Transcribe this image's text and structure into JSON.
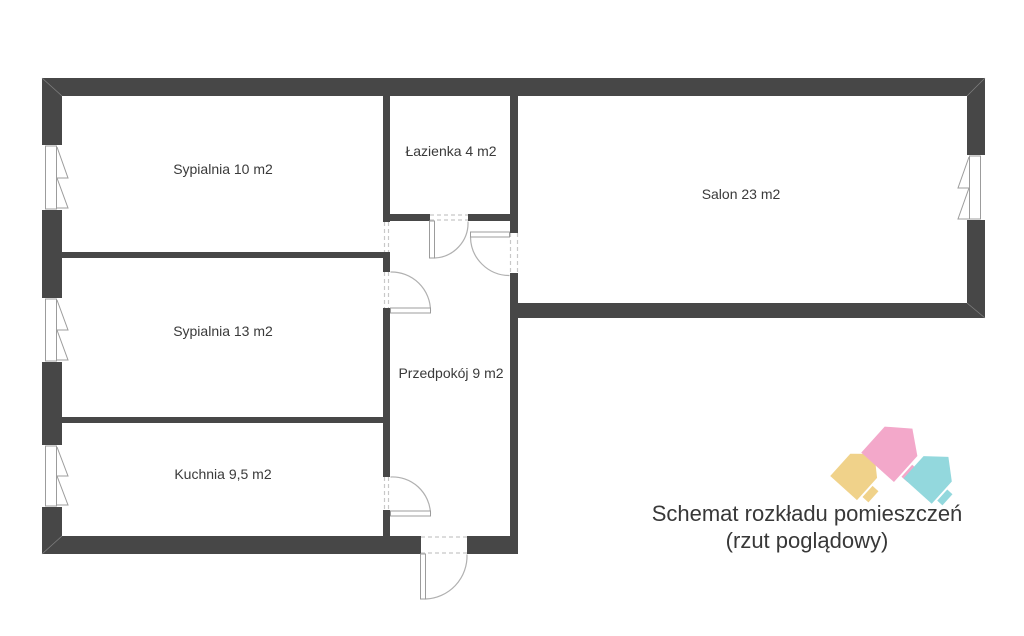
{
  "diagram_type": "apartment-floor-plan",
  "title": {
    "line1": "Schemat rozkładu pomieszczeń",
    "line2": "(rzut poglądowy)"
  },
  "rooms": [
    {
      "key": "sypialnia10",
      "label": "Sypialnia 10 m2",
      "name": "Sypialnia",
      "area_m2": 10
    },
    {
      "key": "lazienka",
      "label": "Łazienka 4 m2",
      "name": "Łazienka",
      "area_m2": 4
    },
    {
      "key": "salon",
      "label": "Salon 23 m2",
      "name": "Salon",
      "area_m2": 23
    },
    {
      "key": "sypialnia13",
      "label": "Sypialnia 13 m2",
      "name": "Sypialnia",
      "area_m2": 13
    },
    {
      "key": "przedpokoj",
      "label": "Przedpokój 9 m2",
      "name": "Przedpokój",
      "area_m2": 9
    },
    {
      "key": "kuchnia",
      "label": "Kuchnia 9,5 m2",
      "name": "Kuchnia",
      "area_m2": 9.5
    }
  ],
  "features": {
    "windows": 4,
    "doors_with_swing": 5,
    "open_doorways": 1
  },
  "colors": {
    "wall": "#474747",
    "line": "#9c9c9c",
    "dash": "#c8c8c8",
    "text": "#3a3a3a",
    "title_text": "#383838",
    "logo_yellow": "#f0d28a",
    "logo_pink": "#f3a8ca",
    "logo_blue": "#93d8dd"
  }
}
